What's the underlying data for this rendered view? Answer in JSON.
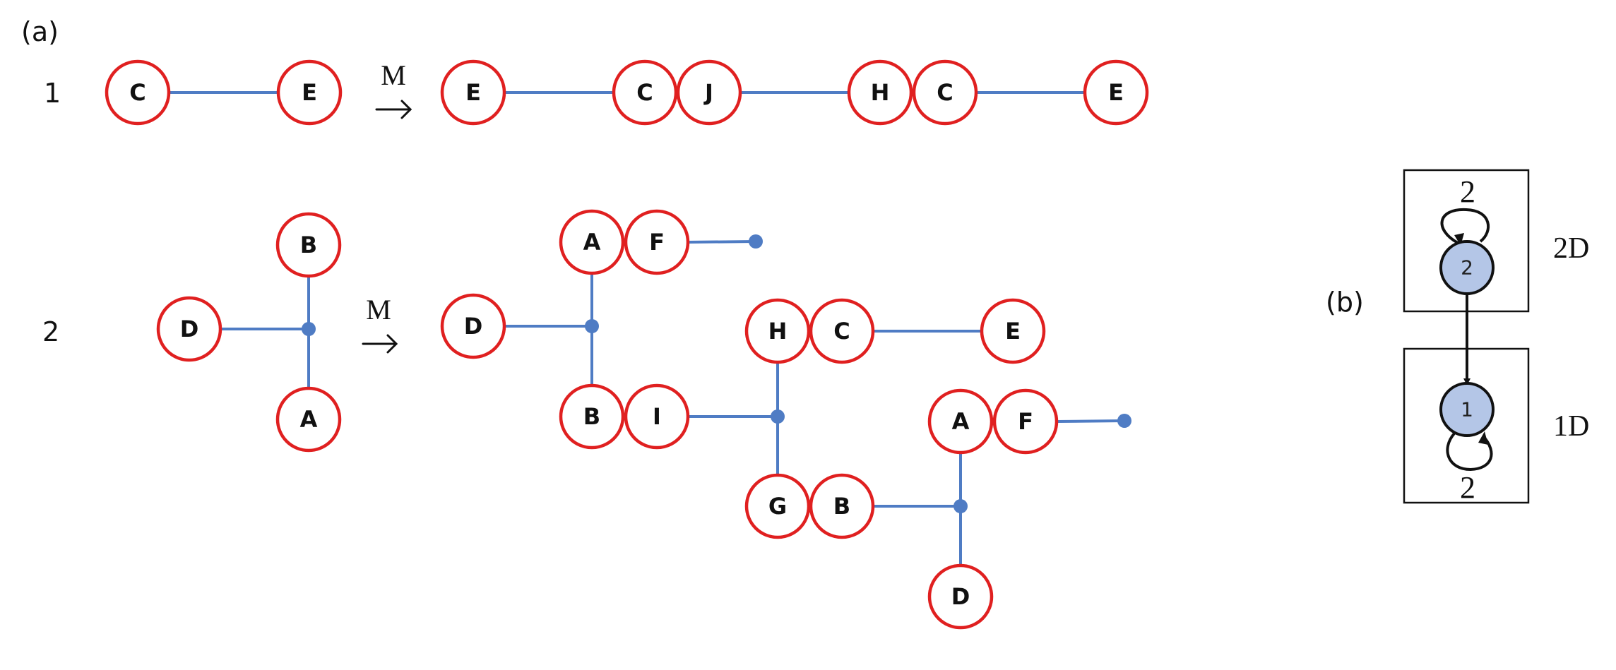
{
  "panel_a": {
    "label": "(a)",
    "row1": {
      "number": "1",
      "operator": "M",
      "lhs": {
        "nodes": [
          "C",
          "E"
        ]
      },
      "rhs": {
        "nodes": [
          "E",
          "C",
          "J",
          "H",
          "C",
          "E"
        ]
      }
    },
    "row2": {
      "number": "2",
      "operator": "M",
      "lhs": {
        "nodes": [
          "B",
          "D",
          "A"
        ]
      },
      "rhs": {
        "nodes": [
          "A",
          "F",
          "D",
          "B",
          "I",
          "H",
          "C",
          "E",
          "G",
          "B",
          "A",
          "F",
          "D"
        ]
      }
    }
  },
  "panel_b": {
    "label": "(b)",
    "upper_box_label": "2D",
    "lower_box_label": "1D",
    "upper_state": "2",
    "lower_state": "1",
    "upper_loop_label": "2",
    "lower_loop_label": "2"
  },
  "colors": {
    "node_stroke": "#e02020",
    "edge": "#4f7cc4",
    "state_fill": "#b4c6e7"
  }
}
